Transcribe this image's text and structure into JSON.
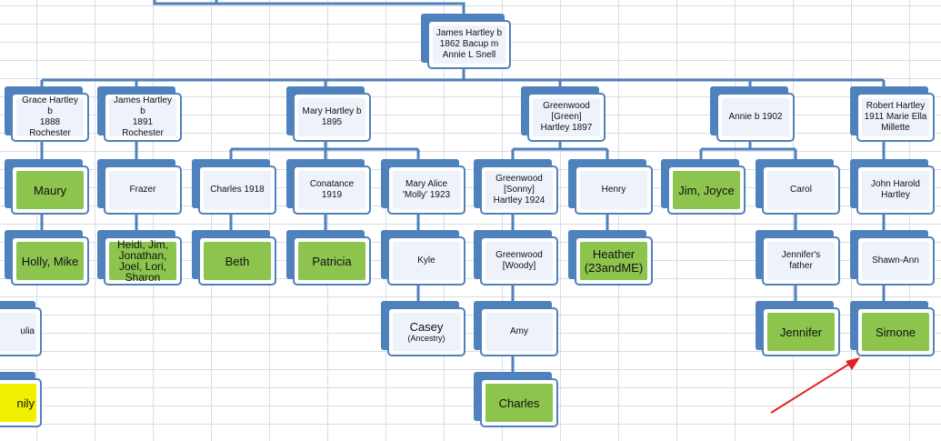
{
  "colors": {
    "accent": "#4f81bd",
    "person_fill": "#eef2fa",
    "match_fill": "#8cc44e",
    "highlight_fill": "#f0f000",
    "arrow": "#e02020",
    "gridline": "#d9dde3"
  },
  "root": {
    "label": "James Hartley b\n1862 Bacup m\nAnnie L Snell"
  },
  "grace": {
    "label": "Grace Hartley b\n1888 Rochester"
  },
  "james1891": {
    "label": "James Hartley b\n1891 Rochester"
  },
  "mary": {
    "label": "Mary Hartley b\n1895"
  },
  "greenwood1897": {
    "label": "Greenwood\n[Green]\nHartley 1897"
  },
  "annie": {
    "label": "Annie b 1902"
  },
  "robert": {
    "label": "Robert Hartley\n1911 Marie Ella\nMillette"
  },
  "maury": {
    "label": "Maury"
  },
  "holly": {
    "label": "Holly, Mike"
  },
  "frazer": {
    "label": "Frazer"
  },
  "heidi": {
    "label": "Heidi, Jim,\nJonathan,\nJoel, Lori,\nSharon"
  },
  "charles1918": {
    "label": "Charles 1918"
  },
  "beth": {
    "label": "Beth"
  },
  "conatance": {
    "label": "Conatance 1919"
  },
  "patricia": {
    "label": "Patricia"
  },
  "maryalice": {
    "label": "Mary Alice\n'Molly' 1923"
  },
  "kyle": {
    "label": "Kyle"
  },
  "casey": {
    "label": "Casey",
    "sub": "(Ancestry)"
  },
  "sonny": {
    "label": "Greenwood\n[Sonny]\nHartley 1924"
  },
  "woody": {
    "label": "Greenwood\n[Woody]"
  },
  "amy": {
    "label": "Amy"
  },
  "charlesg": {
    "label": "Charles"
  },
  "henry": {
    "label": "Henry"
  },
  "heather": {
    "label": "Heather\n(23andME)"
  },
  "jim": {
    "label": "Jim, Joyce"
  },
  "carol": {
    "label": "Carol"
  },
  "jfather": {
    "label": "Jennifer's father"
  },
  "jennifer": {
    "label": "Jennifer"
  },
  "johnharold": {
    "label": "John Harold\nHartley"
  },
  "shawnann": {
    "label": "Shawn-Ann"
  },
  "simone": {
    "label": "Simone"
  },
  "cutoff_julia": {
    "label": "ulia"
  },
  "cutoff_emily": {
    "label": "nily"
  }
}
